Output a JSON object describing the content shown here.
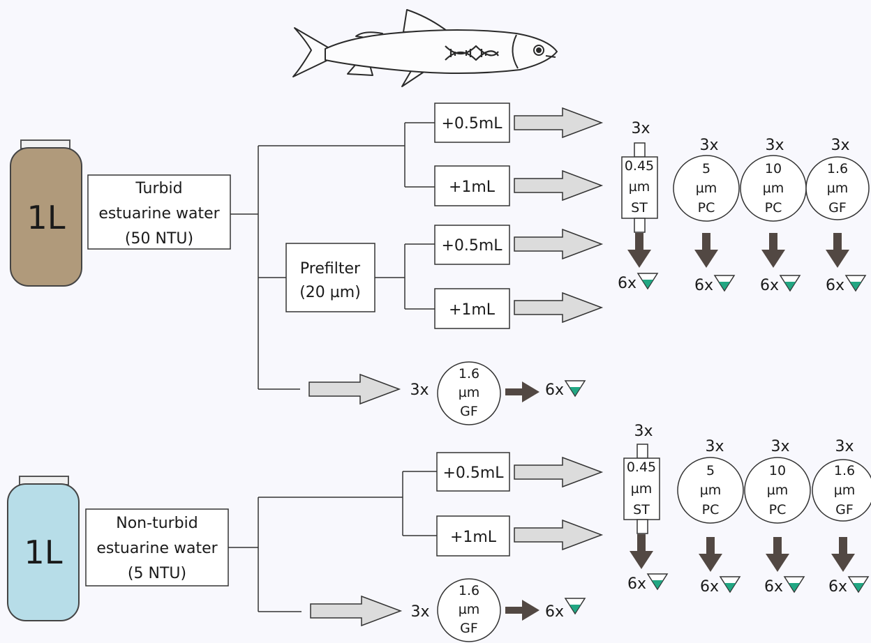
{
  "fish": {
    "icon": "fish-with-dna-icon"
  },
  "colors": {
    "turbid_jar": "#b09a7b",
    "clear_jar": "#b7dde8",
    "arrow_light": "#dcdcdc",
    "arrow_dark": "#524843",
    "tube_fill": "#22a783"
  },
  "turbid": {
    "jar_label": "1L",
    "title_lines": [
      "Turbid",
      "estuarine water",
      "(50 NTU)"
    ],
    "prefilter_lines": [
      "Prefilter",
      "(20 µm)"
    ],
    "vol_a": "+0.5mL",
    "vol_b": "+1mL",
    "vol_c": "+0.5mL",
    "vol_d": "+1mL",
    "filters": [
      {
        "count": "3x",
        "lines": [
          "0.45",
          "µm",
          "ST"
        ],
        "rep": "6x"
      },
      {
        "count": "3x",
        "lines": [
          "5",
          "µm",
          "PC"
        ],
        "rep": "6x"
      },
      {
        "count": "3x",
        "lines": [
          "10",
          "µm",
          "PC"
        ],
        "rep": "6x"
      },
      {
        "count": "3x",
        "lines": [
          "1.6",
          "µm",
          "GF"
        ],
        "rep": "6x"
      }
    ],
    "direct": {
      "count": "3x",
      "lines": [
        "1.6",
        "µm",
        "GF"
      ],
      "rep": "6x"
    }
  },
  "clear": {
    "jar_label": "1L",
    "title_lines": [
      "Non-turbid",
      "estuarine water",
      "(5 NTU)"
    ],
    "vol_a": "+0.5mL",
    "vol_b": "+1mL",
    "filters": [
      {
        "count": "3x",
        "lines": [
          "0.45",
          "µm",
          "ST"
        ],
        "rep": "6x"
      },
      {
        "count": "3x",
        "lines": [
          "5",
          "µm",
          "PC"
        ],
        "rep": "6x"
      },
      {
        "count": "3x",
        "lines": [
          "10",
          "µm",
          "PC"
        ],
        "rep": "6x"
      },
      {
        "count": "3x",
        "lines": [
          "1.6",
          "µm",
          "GF"
        ],
        "rep": "6x"
      }
    ],
    "direct": {
      "count": "3x",
      "lines": [
        "1.6",
        "µm",
        "GF"
      ],
      "rep": "6x"
    }
  }
}
